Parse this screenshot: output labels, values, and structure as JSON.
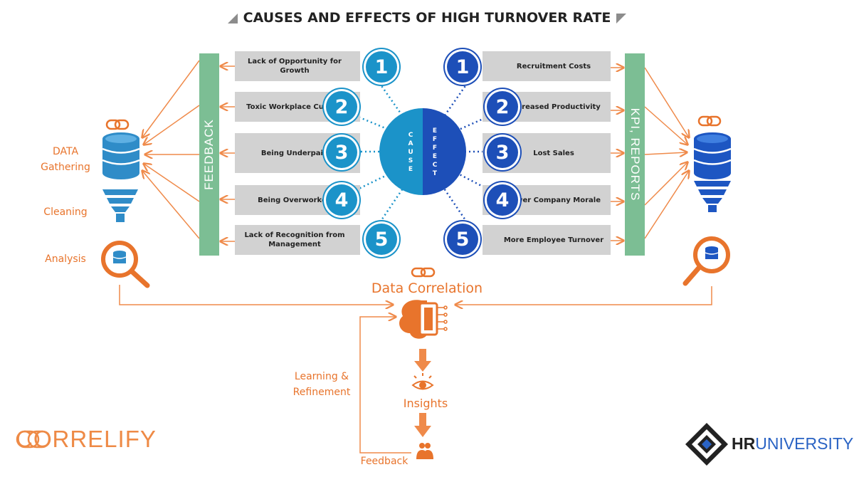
{
  "title": "CAUSES AND EFFECTS OF HIGH TURNOVER RATE",
  "center": {
    "cause": "CAUSE",
    "effect": "EFFECT"
  },
  "left_panel": "FEEDBACK",
  "right_panel": "KPI, REPORTS",
  "causes": [
    {
      "num": "1",
      "label": "Lack of Opportunity for Growth"
    },
    {
      "num": "2",
      "label": "Toxic Workplace Culture"
    },
    {
      "num": "3",
      "label": "Being Underpaid"
    },
    {
      "num": "4",
      "label": "Being Overworked"
    },
    {
      "num": "5",
      "label": "Lack of Recognition from Management"
    }
  ],
  "effects": [
    {
      "num": "1",
      "label": "Recruitment Costs"
    },
    {
      "num": "2",
      "label": "Decreased Productivity"
    },
    {
      "num": "3",
      "label": "Lost Sales"
    },
    {
      "num": "4",
      "label": "Lower Company Morale"
    },
    {
      "num": "5",
      "label": "More Employee Turnover"
    }
  ],
  "pipeline": {
    "data_gathering": "DATA Gathering",
    "cleaning": "Cleaning",
    "analysis": "Analysis",
    "data_correlation": "Data Correlation",
    "insights": "Insights",
    "learning": "Learning & Refinement",
    "feedback": "Feedback"
  },
  "brand": "CORRELIFY",
  "hru": {
    "hr": "HR",
    "university": "UNIVERSITY"
  },
  "colors": {
    "cause_blue": "#1b93c9",
    "effect_blue": "#1d4fb8",
    "green": "#7cbe94",
    "orange": "#e8742c",
    "bar_gray": "#d2d2d2"
  }
}
